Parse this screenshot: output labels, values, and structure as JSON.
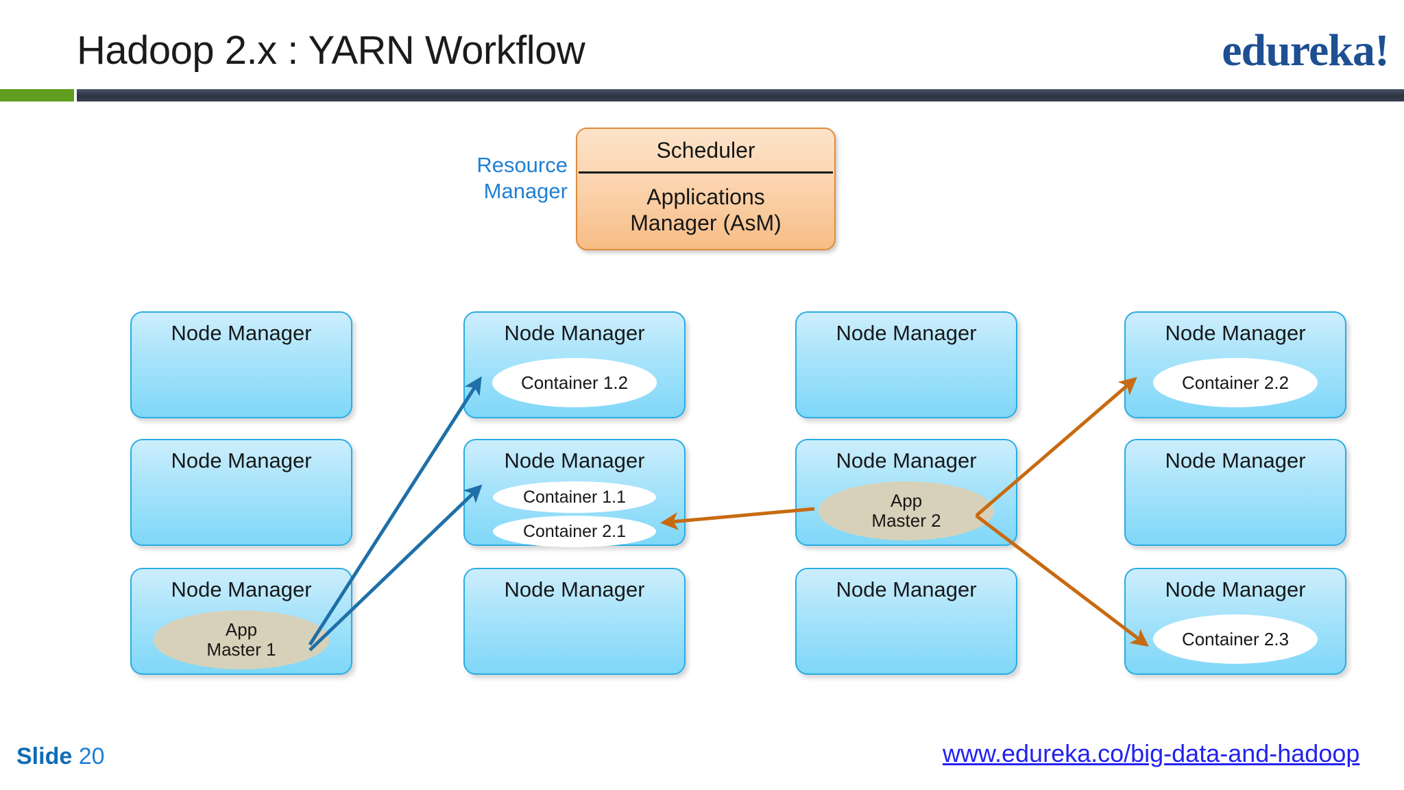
{
  "header": {
    "title": "Hadoop 2.x : YARN Workflow",
    "logo": "edureka!",
    "accent_green": "#5f9e1e",
    "accent_dark": "#2b3240",
    "brand_blue": "#1d4f91"
  },
  "resource_manager": {
    "label_line1": "Resource",
    "label_line2": "Manager",
    "scheduler": "Scheduler",
    "asm_line1": "Applications",
    "asm_line2": "Manager (AsM)",
    "fill_color": "#f7bd86",
    "border_color": "#e08b3c",
    "label_color": "#1f7fd4"
  },
  "grid": {
    "node_label": "Node Manager",
    "box_fill": "#7fd7f7",
    "box_border": "#29ace3",
    "container_fill": "#ffffff",
    "appmaster_fill": "#d8d1b9",
    "nodes": [
      {
        "id": "n-r1c1",
        "title": "Node Manager",
        "payload": null
      },
      {
        "id": "n-r1c2",
        "title": "Node Manager",
        "payload": {
          "kind": "container",
          "labels": [
            "Container 1.2"
          ]
        }
      },
      {
        "id": "n-r1c3",
        "title": "Node Manager",
        "payload": null
      },
      {
        "id": "n-r1c4",
        "title": "Node Manager",
        "payload": {
          "kind": "container",
          "labels": [
            "Container 2.2"
          ]
        }
      },
      {
        "id": "n-r2c1",
        "title": "Node Manager",
        "payload": null
      },
      {
        "id": "n-r2c2",
        "title": "Node Manager",
        "payload": {
          "kind": "container-pair",
          "labels": [
            "Container 1.1",
            "Container 2.1"
          ]
        }
      },
      {
        "id": "n-r2c3",
        "title": "Node Manager",
        "payload": {
          "kind": "appmaster",
          "labels": [
            "App",
            "Master 2"
          ]
        }
      },
      {
        "id": "n-r2c4",
        "title": "Node Manager",
        "payload": null
      },
      {
        "id": "n-r3c1",
        "title": "Node Manager",
        "payload": {
          "kind": "appmaster",
          "labels": [
            "App",
            "Master 1"
          ]
        }
      },
      {
        "id": "n-r3c2",
        "title": "Node Manager",
        "payload": null
      },
      {
        "id": "n-r3c3",
        "title": "Node Manager",
        "payload": null
      },
      {
        "id": "n-r3c4",
        "title": "Node Manager",
        "payload": {
          "kind": "container",
          "labels": [
            "Container 2.3"
          ]
        }
      }
    ]
  },
  "arrows": {
    "blue_color": "#1f6fa8",
    "orange_color": "#c86a10",
    "flows": [
      {
        "from": "App Master 1",
        "to": "Container 1.2",
        "color": "blue"
      },
      {
        "from": "App Master 1",
        "to": "Container 1.1",
        "color": "blue"
      },
      {
        "from": "App Master 2",
        "to": "Container 2.1",
        "color": "orange"
      },
      {
        "from": "App Master 2",
        "to": "Container 2.2",
        "color": "orange"
      },
      {
        "from": "App Master 2",
        "to": "Container 2.3",
        "color": "orange"
      }
    ]
  },
  "footer": {
    "slide_word": "Slide",
    "slide_number": "20",
    "url": "www.edureka.co/big-data-and-hadoop",
    "url_color": "#2222ee",
    "slide_color": "#0f6cb5"
  }
}
